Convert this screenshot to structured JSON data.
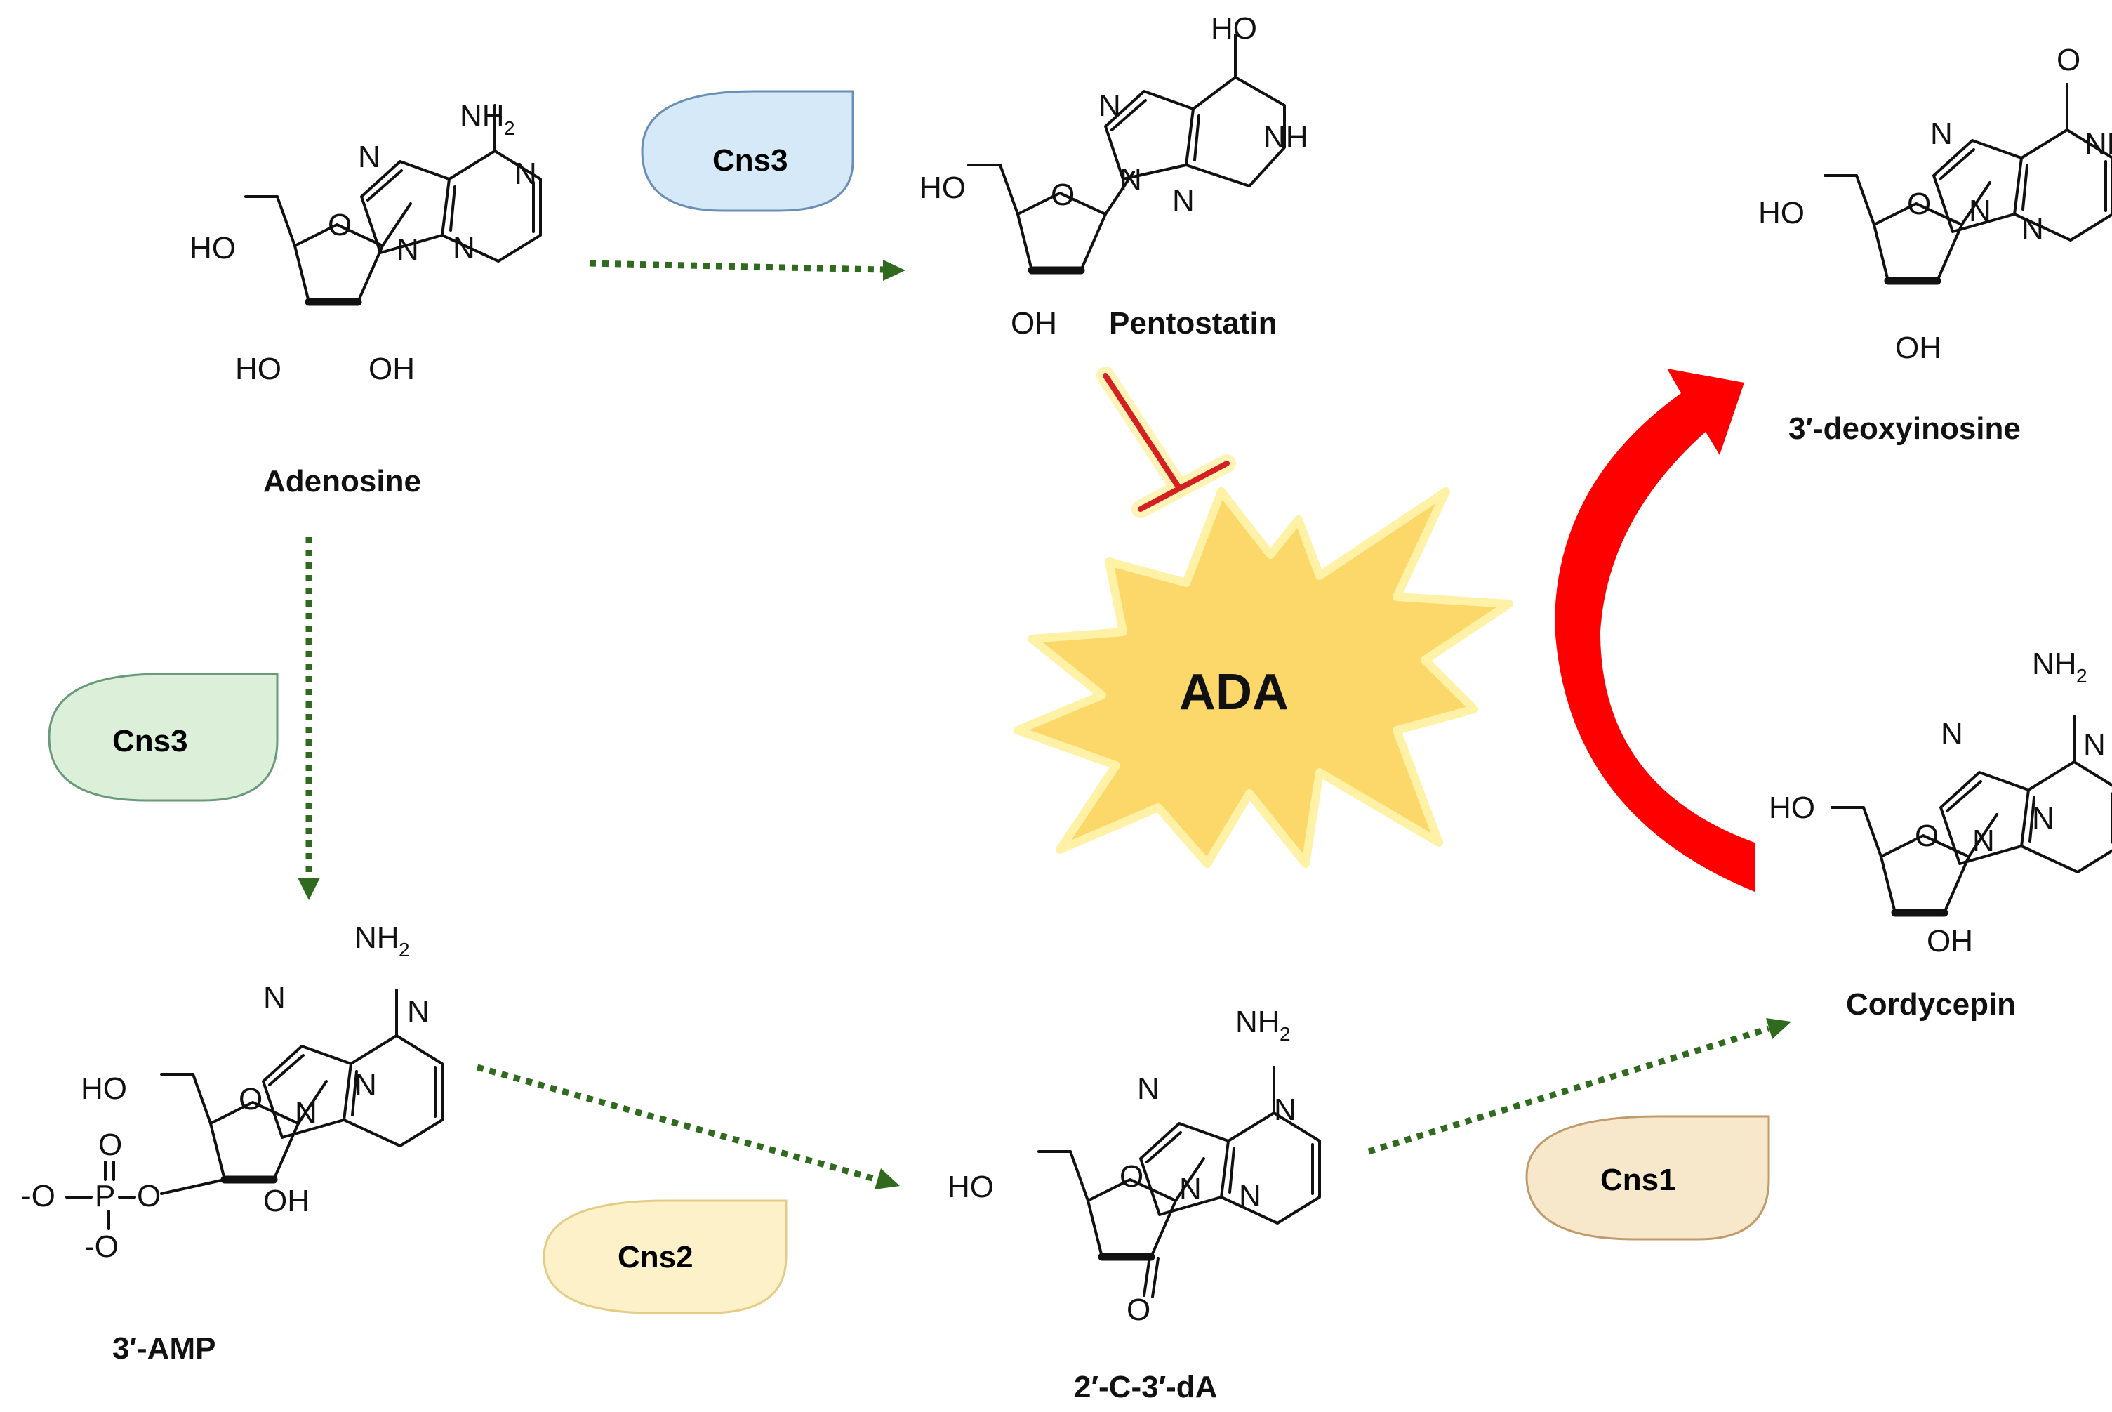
{
  "compounds": {
    "adenosine": "Adenosine",
    "pentostatin": "Pentostatin",
    "deoxyinosine": "3′-deoxyinosine",
    "amp": "3′-AMP",
    "cdA": "2′-C-3′-dA",
    "cordycepin": "Cordycepin"
  },
  "enzymes": {
    "cns3_top": "Cns3",
    "cns3_left": "Cns3",
    "cns2": "Cns2",
    "cns1": "Cns1"
  },
  "ada": "ADA",
  "atoms": {
    "N": "N",
    "NH": "NH",
    "NH2_base": "NH",
    "NH2_sub": "2",
    "O": "O",
    "HO": "HO",
    "OH": "OH",
    "P": "P",
    "O_minus": "-O"
  },
  "colors": {
    "arrow": "#2f6a1f",
    "inhibition": "#d42020",
    "ada_fill": "#fcd86a",
    "big_arrow": "#ff0000",
    "cns3_top_fill": "#d6e9f8",
    "cns3_left_fill": "#dcefd9",
    "cns2_fill": "#fdf1c9",
    "cns1_fill": "#f8e8cb"
  }
}
